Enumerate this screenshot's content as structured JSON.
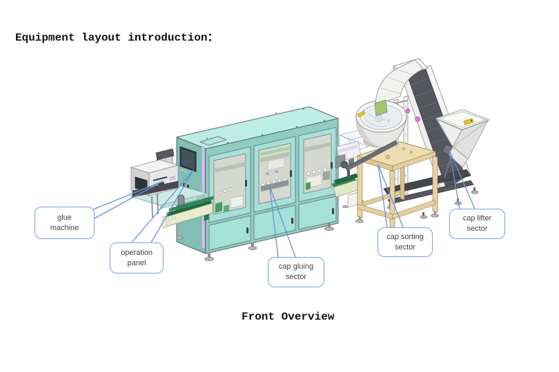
{
  "page": {
    "title": "Equipment layout introduction：",
    "caption": "Front Overview"
  },
  "callouts": {
    "glue_machine": {
      "line1": "glue",
      "line2": "machine"
    },
    "operation_panel": {
      "line1": "operation",
      "line2": "panel"
    },
    "cap_gluing": {
      "line1": "cap gluing",
      "line2": "sector"
    },
    "cap_sorting": {
      "line1": "cap sorting",
      "line2": "sector"
    },
    "cap_lifter": {
      "line1": "cap lifter",
      "line2": "sector"
    }
  },
  "colors": {
    "machine_front_teal": "#a6e1d8",
    "machine_top_teal": "#bdeee4",
    "machine_side_teal": "#7fbfb4",
    "window_gray": "#d4d8ce",
    "table_wood": "#eedcb2",
    "conveyor_green": "#1d6b3f",
    "callout_border": "#7b9ce0",
    "leader_line": "#6a8fd8",
    "text": "#3f3f3f"
  }
}
